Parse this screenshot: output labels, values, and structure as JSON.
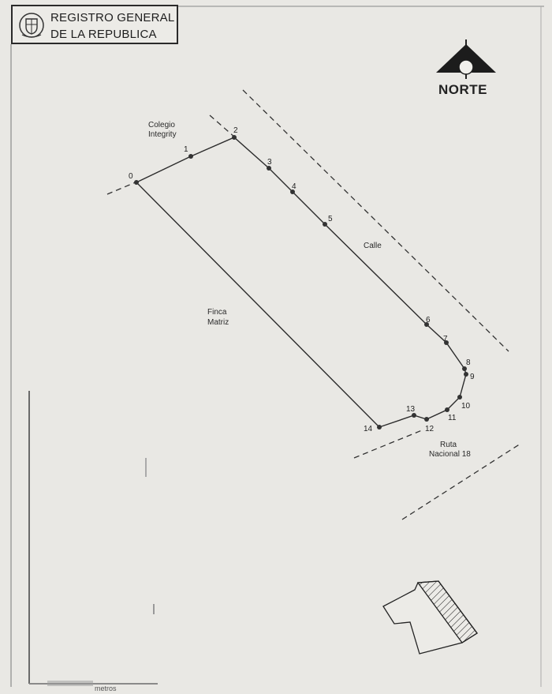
{
  "header": {
    "line1": "REGISTRO GENERAL",
    "line2": "DE LA REPUBLICA"
  },
  "north": {
    "label": "NORTE"
  },
  "labels": {
    "colegio_line1": "Colegio",
    "colegio_line2": "Integrity",
    "calle": "Calle",
    "finca_line1": "Finca",
    "finca_line2": "Matriz",
    "ruta_line1": "Ruta",
    "ruta_line2": "Nacional 18"
  },
  "scale_bar": {
    "partial_label": "metros"
  },
  "vertices": [
    "0",
    "1",
    "2",
    "3",
    "4",
    "5",
    "6",
    "7",
    "8",
    "9",
    "10",
    "11",
    "12",
    "13",
    "14"
  ],
  "colors": {
    "ink": "#2b2b2b",
    "paper": "#e9e8e4"
  }
}
